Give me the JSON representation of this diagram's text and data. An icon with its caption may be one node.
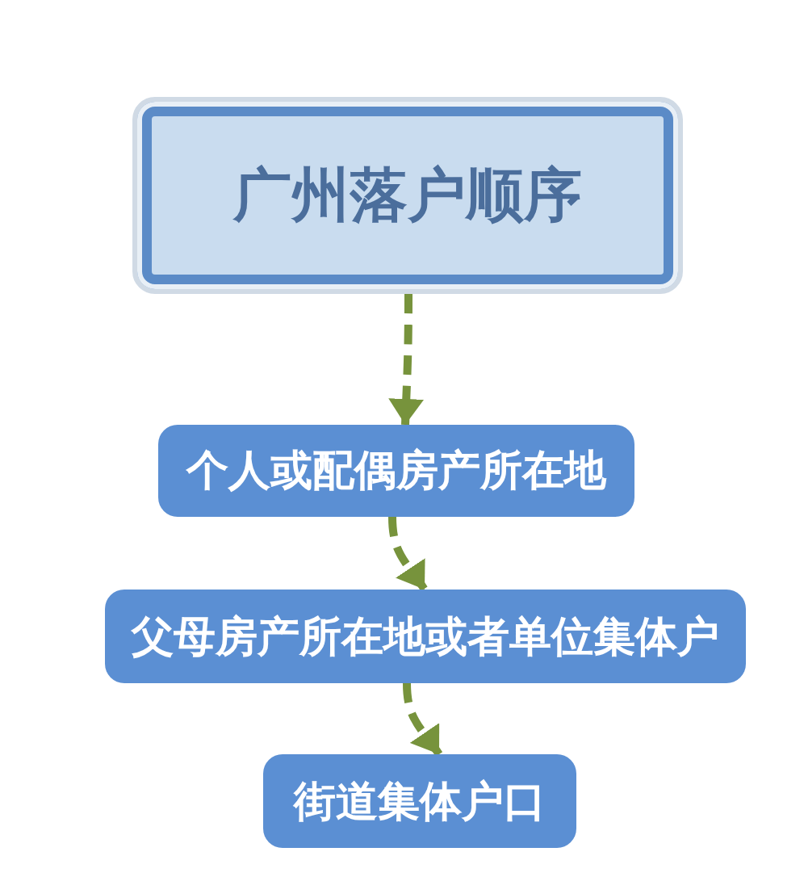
{
  "diagram": {
    "nodes": [
      {
        "text": [
          "广州落户顺序"
        ]
      },
      {
        "text": [
          "个人或配偶房产所在地"
        ]
      },
      {
        "text": [
          "父母房产所在地或者单位集体户"
        ]
      },
      {
        "text": [
          "街道集体户口"
        ]
      }
    ],
    "edges": [
      {
        "from": 0,
        "to": 1,
        "arrow": "to",
        "style": "dashed"
      },
      {
        "from": 1,
        "to": 2,
        "arrow": "to",
        "style": "dashed"
      },
      {
        "from": 2,
        "to": 3,
        "arrow": "to",
        "style": "dashed"
      }
    ]
  }
}
